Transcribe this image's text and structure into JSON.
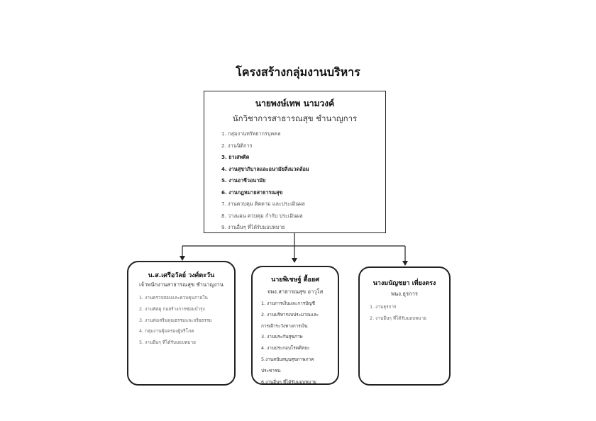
{
  "title": "โครงสร้างกลุ่มงานบริหาร",
  "head": {
    "name": "นายพงษ์เทพ  นามวงค์",
    "position": "นักวิชาการสาธารณสุข ชำนาญการ",
    "duties": [
      {
        "text": "1.  กลุ่มงานทรัพยากรบุคคล",
        "bold": false
      },
      {
        "text": "2.  งานนิติการ",
        "bold": false
      },
      {
        "text": "3.  ยาเสพติด",
        "bold": true
      },
      {
        "text": "4.  งานสุขาภิบาลและอนามัยสิ่งแวดล้อม",
        "bold": true
      },
      {
        "text": "5.  งานอาชีวอนามัย",
        "bold": true
      },
      {
        "text": "6.  งานกฎหมายสาธารณสุข",
        "bold": true
      },
      {
        "text": "7.  งานควบคุม ติดตาม และประเมินผล",
        "bold": false
      },
      {
        "text": "8.  วางแผน ควบคุม กำกับ ประเมินผล",
        "bold": false
      },
      {
        "text": "9.  งานอื่นๆ ที่ได้รับมอบหมาย",
        "bold": false
      }
    ]
  },
  "subunits": [
    {
      "name": "น.ส.เศรีอวัลย์ วงศ์ตะวัน",
      "position": "เจ้าพนักงานสาธารณสุข ชำนาญงาน",
      "duties": [
        "1. งานตรวจสอบและควบคุมภายใน",
        "2. งานพัสดุ ก่อสร้างการซ่อมบำรุง",
        "3. งานส่งเสริมคุณธรรมและจริยธรรม",
        "4. กลุ่มงานคุ้มครองผู้บริโภค",
        "5. งานอื่นๆ ที่ได้รับมอบหมาย"
      ]
    },
    {
      "name": "นายพิเชษฐ์  ตื้อยศ",
      "position": "จพง.สาธารณสุข  อาวุโส",
      "duties": [
        "1. งานการเงินและการบัญชี",
        "2. งานบริหารงบประมาณและ",
        "การเฝ้าระวังทางการเงิน",
        "3. งานประกันสุขภาพ",
        "4. งานประกอบโรคศิลปะ",
        "5.งานสนับสนุนสุขภาพภาค",
        "ประชาชน",
        "6.งานอื่นๆ ที่ได้รับมอบหมาย"
      ]
    },
    {
      "name": "นางมนัญชยา  เที่ยงตรง",
      "position": "พนง.ธุรการ",
      "duties": [
        "1.  งานธุรการ",
        "2.  งานอื่นๆ ที่ได้รับมอบหมาย"
      ]
    }
  ]
}
